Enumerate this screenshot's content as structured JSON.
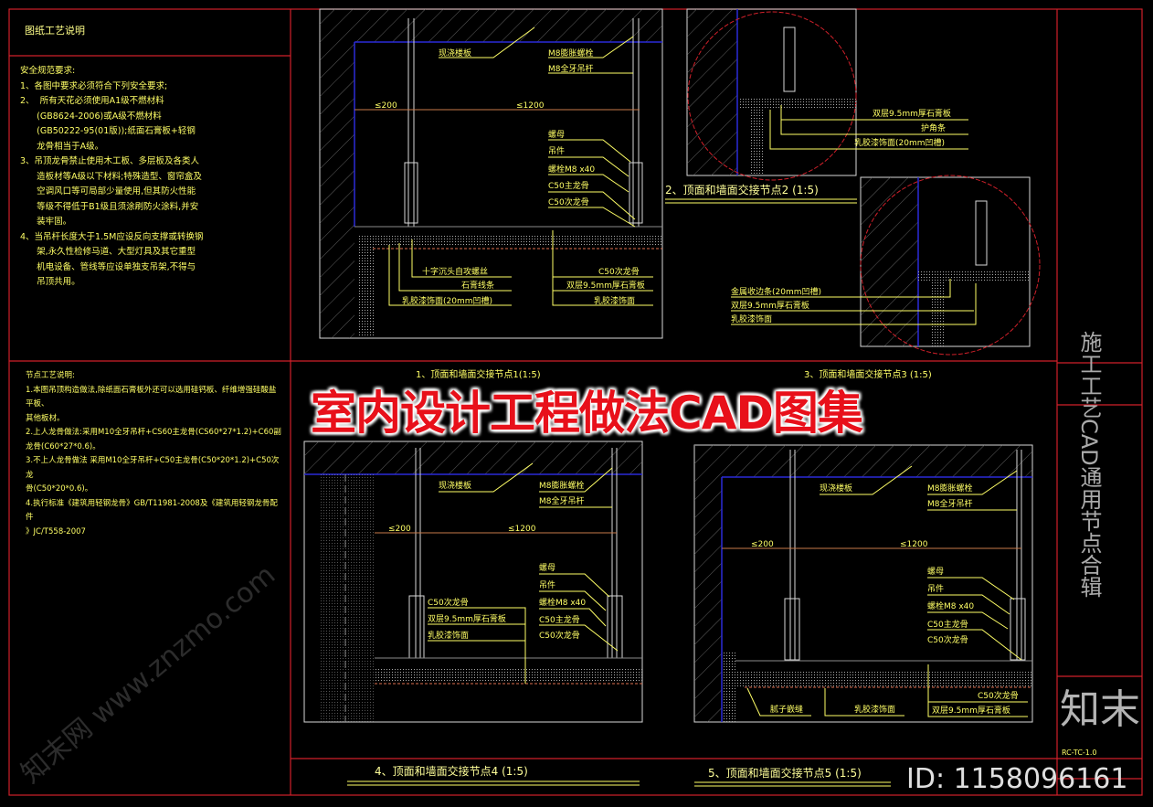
{
  "sheet": {
    "title": "图纸工艺说明",
    "side_title": "施工工艺CAD通用节点合辑",
    "drawing_no": "RC-TC-1.0"
  },
  "notes_safety": {
    "heading": "安全规范要求:",
    "lines": [
      "1、各图中要求必须符合下列安全要求;",
      "2、  所有天花必须使用A1级不燃材料",
      "      (GB8624-2006)或A级不燃材料",
      "      (GB50222-95(01版));纸面石膏板+轻钢",
      "      龙骨相当于A级。",
      "3、吊顶龙骨禁止使用木工板、多层板及各类人",
      "      造板材等A级以下材料;特殊造型、窗帘盒及",
      "      空调风口等可局部少量使用,但其防火性能",
      "      等级不得低于B1级且须涂刷防火涂料,并安",
      "      装牢固。",
      "4、当吊杆长度大于1.5M应设反向支撑或转换钢",
      "      架,永久性检修马道、大型灯具及其它重型",
      "      机电设备、管线等应设单独支吊架,不得与",
      "      吊顶共用。"
    ]
  },
  "notes_node": {
    "heading": "节点工艺说明:",
    "lines": [
      "1.本图吊顶构造做法,除纸面石膏板外还可以选用硅钙板、纤维增强硅酸盐平板、",
      "其他板材。",
      "2.上人龙骨做法:采用M10全牙吊杆+CS60主龙骨(CS60*27*1.2)+C60副",
      "龙骨(C60*27*0.6)。",
      "3.不上人龙骨做法 采用M10全牙吊杆+C50主龙骨(C50*20*1.2)+C50次龙",
      "骨(C50*20*0.6)。",
      "4.执行标准《建筑用轻钢龙骨》GB/T11981-2008及《建筑用轻钢龙骨配件",
      "》JC/T558-2007"
    ]
  },
  "detail1": {
    "title": "1、顶面和墙面交接节点1(1:5)",
    "labels": {
      "slab": "现浇楼板",
      "anchor": "M8膨胀螺栓",
      "rod": "M8全牙吊杆",
      "dim_a": "≤200",
      "dim_b": "≤1200",
      "nut": "螺母",
      "hanger": "吊件",
      "bolt": "螺栓M8 x40",
      "main": "C50主龙骨",
      "sub": "C50次龙骨",
      "screw": "十字沉头自攻螺丝",
      "molding": "石膏线条",
      "finish_groove": "乳胶漆饰面(20mm凹槽)",
      "sub2": "C50次龙骨",
      "board": "双层9.5mm厚石膏板",
      "finish": "乳胶漆饰面"
    }
  },
  "detail2": {
    "title": "2、顶面和墙面交接节点2 (1:5)",
    "labels": {
      "board": "双层9.5mm厚石膏板",
      "corner": "护角条",
      "finish_groove": "乳胶漆饰面(20mm凹槽)"
    }
  },
  "detail3": {
    "title": "3、顶面和墙面交接节点3 (1:5)",
    "labels": {
      "edge": "金属收边条(20mm凹槽)",
      "board": "双层9.5mm厚石膏板",
      "finish": "乳胶漆饰面"
    }
  },
  "detail4": {
    "title": "4、顶面和墙面交接节点4 (1:5)",
    "labels": {
      "slab": "现浇楼板",
      "anchor": "M8膨胀螺栓",
      "rod": "M8全牙吊杆",
      "dim_a": "≤200",
      "dim_b": "≤1200",
      "nut": "螺母",
      "hanger": "吊件",
      "bolt": "螺栓M8 x40",
      "main": "C50主龙骨",
      "sub": "C50次龙骨",
      "sub2": "C50次龙骨",
      "board": "双层9.5mm厚石膏板",
      "finish": "乳胶漆饰面"
    }
  },
  "detail5": {
    "title": "5、顶面和墙面交接节点5 (1:5)",
    "labels": {
      "slab": "现浇楼板",
      "anchor": "M8膨胀螺栓",
      "rod": "M8全牙吊杆",
      "dim_a": "≤200",
      "dim_b": "≤1200",
      "nut": "螺母",
      "hanger": "吊件",
      "bolt": "螺栓M8 x40",
      "main": "C50主龙骨",
      "sub": "C50次龙骨",
      "caulk": "腻子嵌缝",
      "finish": "乳胶漆饰面",
      "sub2": "C50次龙骨",
      "board": "双层9.5mm厚石膏板"
    }
  },
  "overlay": {
    "banner": "室内设计工程做法CAD图集",
    "logo": "知末",
    "id": "ID: 1158096161",
    "watermark": "知末网 www.znzmo.com"
  },
  "colors": {
    "frame": "#d0202a",
    "text": "#ffff66",
    "slab_line": "#2a2ad8",
    "banner": "#e8101a"
  }
}
